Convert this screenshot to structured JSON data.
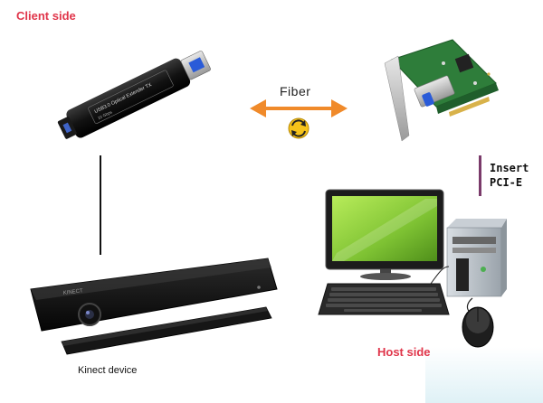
{
  "labels": {
    "client_side": "Client side",
    "host_side": "Host side",
    "fiber": "Fiber",
    "kinect_device": "Kinect device",
    "insert_line1": "Insert",
    "insert_line2": "PCI-E"
  },
  "extender": {
    "label_text": "USB3.0 Optical Extender TX",
    "label_small": "10 Gbps"
  },
  "kinect": {
    "brand_text": "KINECT"
  },
  "colors": {
    "accent_red": "#e0354a",
    "fiber_arrow": "#f08a2a",
    "insert_bar": "#7a3a6a",
    "pcb_green": "#2e7d3a",
    "monitor_screen": "#8ed13a"
  },
  "icons": {
    "sync": "sync-icon",
    "fiber_arrow": "double-arrow-icon"
  }
}
